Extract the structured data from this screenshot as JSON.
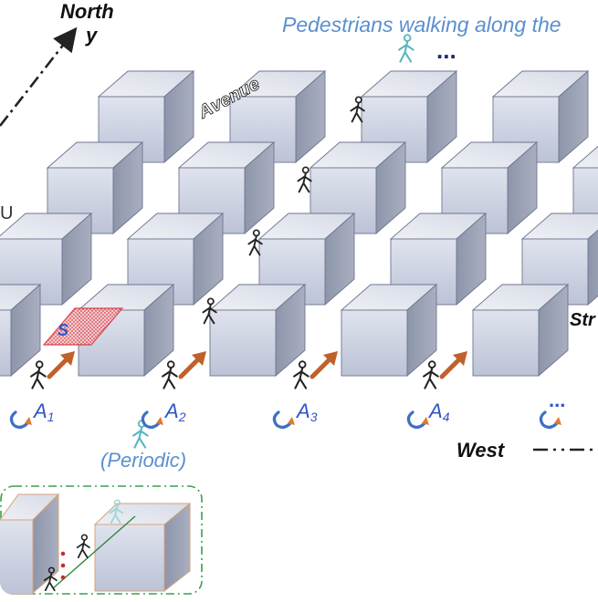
{
  "labels": {
    "north": "North",
    "y": "y",
    "top_caption": "Pedestrians walking along the",
    "avenue": "Avenue",
    "u": "U",
    "street": "Str",
    "west": "West",
    "periodic": "(Periodic)",
    "s": "S",
    "ellipsis": "...",
    "anchor_prefix": "A"
  },
  "anchors": [
    {
      "sub": "1"
    },
    {
      "sub": "2"
    },
    {
      "sub": "3"
    },
    {
      "sub": "4"
    }
  ],
  "colors": {
    "cube_front": "#cdd3e2",
    "cube_side": "#9aa1b4",
    "cube_top": "#e6e9f1",
    "cube_edge": "#6e7590",
    "anchor_text": "#2f55c6",
    "flow_arrow": "#c0602a",
    "rotor_arrow": "#3f6fc4",
    "rotor_tip": "#e07a2a",
    "caption_blue": "#5b8fce",
    "patch_red": "#d8323c",
    "inset_border": "#3aa14a"
  },
  "icons": [
    "pedestrian-icon",
    "rotor-icon",
    "flow-arrow-icon",
    "ellipsis-icon"
  ]
}
